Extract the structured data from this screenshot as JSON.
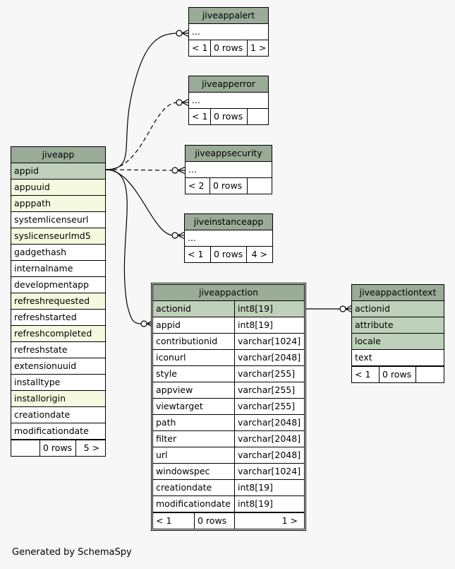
{
  "colors": {
    "header": "#9aab98",
    "primary_key": "#bfd0bb",
    "indexed": "#f5f9df",
    "background": "#f7f7f7"
  },
  "caption": "Generated by SchemaSpy",
  "tables": {
    "jiveappalert": {
      "name": "jiveappalert",
      "rows": [
        "..."
      ],
      "footer": [
        "< 1",
        "0 rows",
        "1 >"
      ]
    },
    "jiveapperror": {
      "name": "jiveapperror",
      "rows": [
        "..."
      ],
      "footer": [
        "< 1",
        "0 rows",
        ""
      ]
    },
    "jiveappsecurity": {
      "name": "jiveappsecurity",
      "rows": [
        "..."
      ],
      "footer": [
        "< 2",
        "0 rows",
        ""
      ]
    },
    "jiveinstanceapp": {
      "name": "jiveinstanceapp",
      "rows": [
        "..."
      ],
      "footer": [
        "< 1",
        "0 rows",
        "4 >"
      ]
    },
    "jiveapp": {
      "name": "jiveapp",
      "columns": [
        "appid",
        "appuuid",
        "apppath",
        "systemlicenseurl",
        "syslicenseurlmd5",
        "gadgethash",
        "internalname",
        "developmentapp",
        "refreshrequested",
        "refreshstarted",
        "refreshcompleted",
        "refreshstate",
        "extensionuuid",
        "installtype",
        "installorigin",
        "creationdate",
        "modificationdate"
      ],
      "footer": [
        "",
        "0 rows",
        "5 >"
      ]
    },
    "jiveappaction": {
      "name": "jiveappaction",
      "columns": [
        {
          "name": "actionid",
          "type": "int8[19]"
        },
        {
          "name": "appid",
          "type": "int8[19]"
        },
        {
          "name": "contributionid",
          "type": "varchar[1024]"
        },
        {
          "name": "iconurl",
          "type": "varchar[2048]"
        },
        {
          "name": "style",
          "type": "varchar[255]"
        },
        {
          "name": "appview",
          "type": "varchar[255]"
        },
        {
          "name": "viewtarget",
          "type": "varchar[255]"
        },
        {
          "name": "path",
          "type": "varchar[2048]"
        },
        {
          "name": "filter",
          "type": "varchar[2048]"
        },
        {
          "name": "url",
          "type": "varchar[2048]"
        },
        {
          "name": "windowspec",
          "type": "varchar[1024]"
        },
        {
          "name": "creationdate",
          "type": "int8[19]"
        },
        {
          "name": "modificationdate",
          "type": "int8[19]"
        }
      ],
      "footer": [
        "< 1",
        "0 rows",
        "1 >"
      ]
    },
    "jiveappactiontext": {
      "name": "jiveappactiontext",
      "columns": [
        "actionid",
        "attribute",
        "locale",
        "text"
      ],
      "footer": [
        "< 1",
        "0 rows",
        ""
      ]
    }
  }
}
